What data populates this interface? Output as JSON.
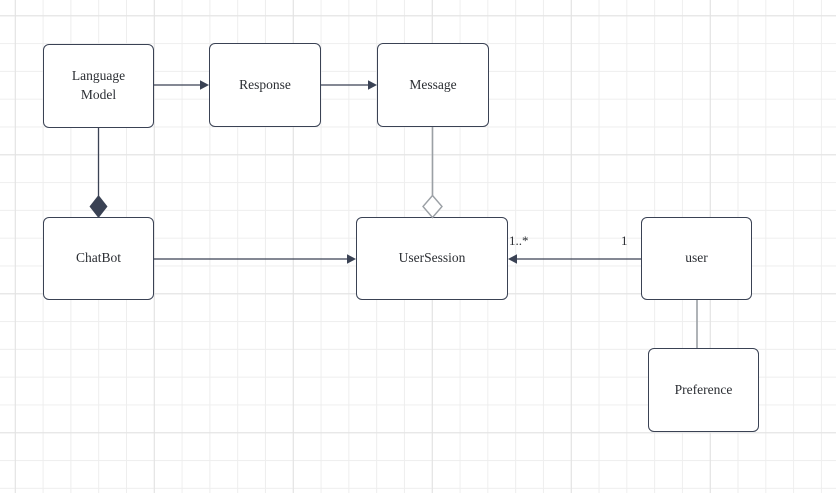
{
  "diagram": {
    "type": "uml-class-diagram",
    "nodes": [
      {
        "id": "language-model",
        "label": "Language Model"
      },
      {
        "id": "response",
        "label": "Response"
      },
      {
        "id": "message",
        "label": "Message"
      },
      {
        "id": "chatbot",
        "label": "ChatBot"
      },
      {
        "id": "user-session",
        "label": "UserSession"
      },
      {
        "id": "user",
        "label": "user"
      },
      {
        "id": "preference",
        "label": "Preference"
      }
    ],
    "edges": [
      {
        "from": "Language Model",
        "to": "Response",
        "type": "arrow"
      },
      {
        "from": "Response",
        "to": "Message",
        "type": "arrow"
      },
      {
        "from": "Language Model",
        "to": "ChatBot",
        "type": "composition",
        "diamond_at": "ChatBot"
      },
      {
        "from": "Message",
        "to": "UserSession",
        "type": "aggregation",
        "diamond_at": "UserSession"
      },
      {
        "from": "ChatBot",
        "to": "UserSession",
        "type": "arrow"
      },
      {
        "from": "user",
        "to": "UserSession",
        "type": "arrow",
        "source_multiplicity": "1",
        "target_multiplicity": "1..*"
      },
      {
        "from": "user",
        "to": "Preference",
        "type": "association"
      }
    ],
    "colors": {
      "background": "#ffffff",
      "grid_minor": "#eeeeee",
      "grid_major": "#e2e2e2",
      "node_fill": "#ffffff",
      "node_border": "#3a4254",
      "edge_dark": "#3a4254",
      "edge_gray": "#9ba0a5",
      "text": "#2b2e33"
    }
  }
}
